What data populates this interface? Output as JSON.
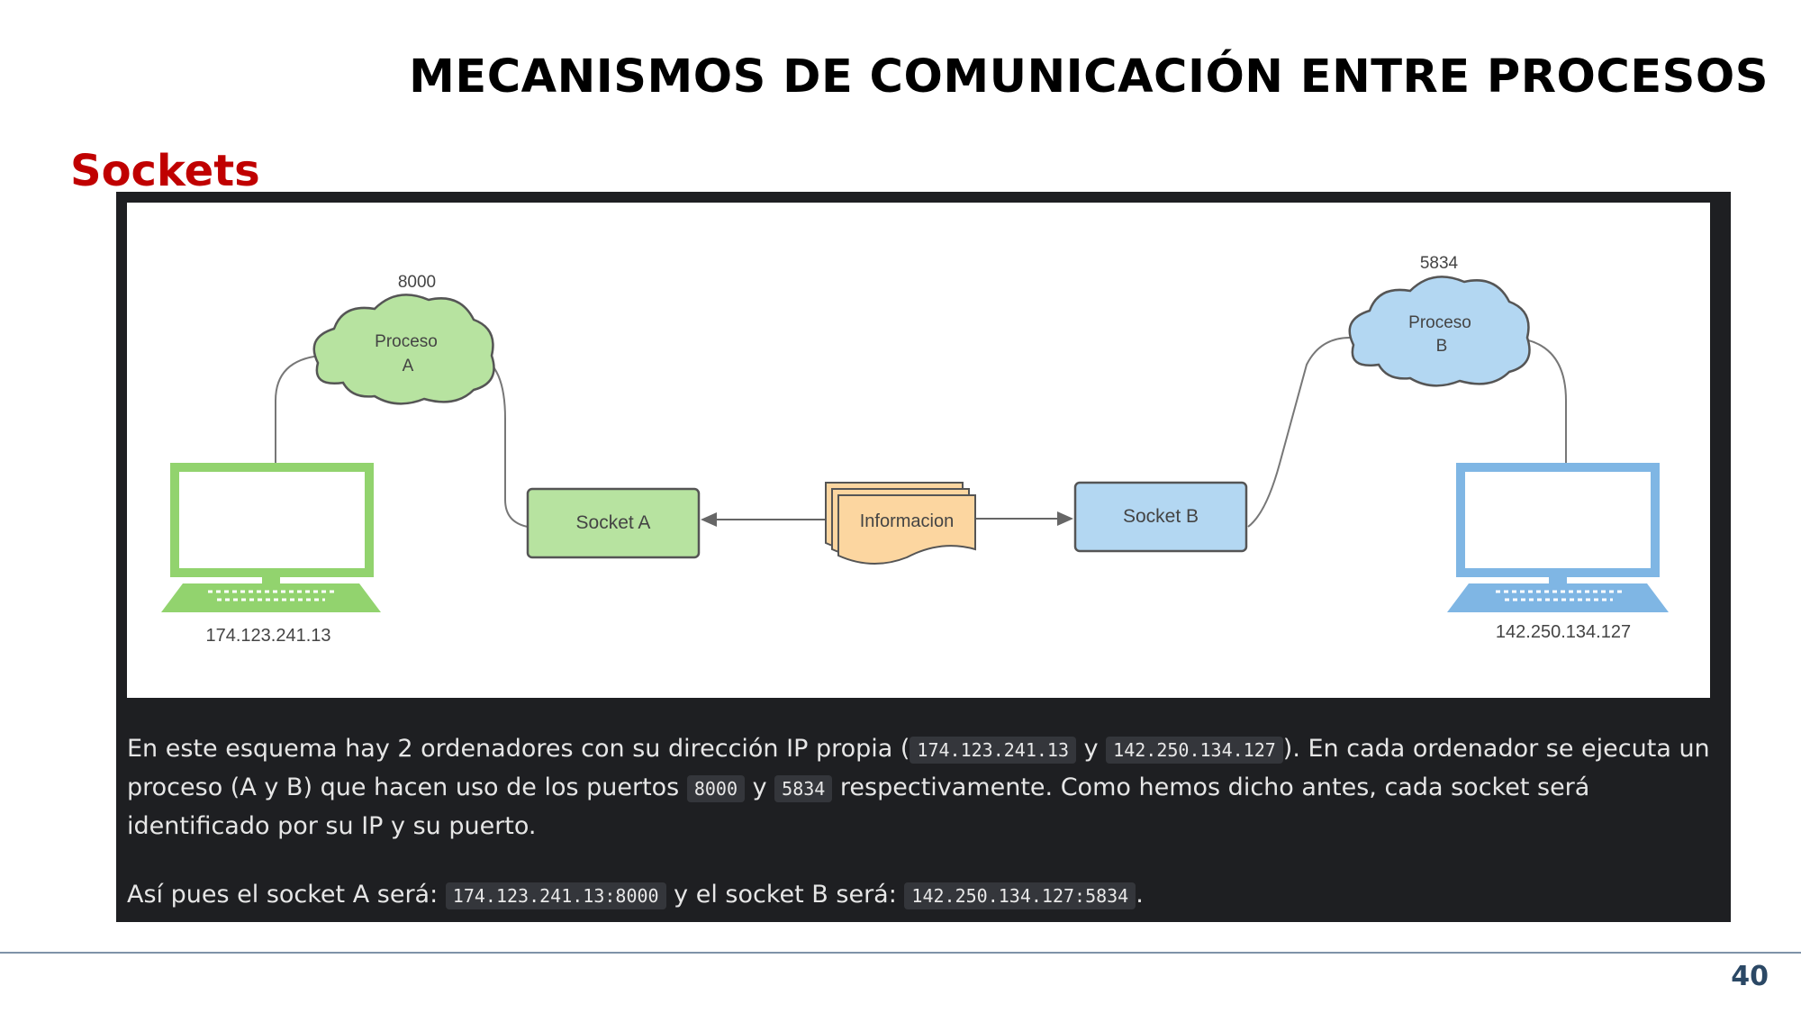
{
  "slide": {
    "title": "MECANISMOS DE COMUNICACIÓN ENTRE PROCESOS",
    "section": "Sockets",
    "page_number": "40"
  },
  "diagram": {
    "computer_a": {
      "ip": "174.123.241.13",
      "color": "#92d36e"
    },
    "computer_b": {
      "ip": "142.250.134.127",
      "color": "#7fb6e4"
    },
    "process_a": {
      "line1": "Proceso",
      "line2": "A",
      "port": "8000",
      "color": "#b7e3a0"
    },
    "process_b": {
      "line1": "Proceso",
      "line2": "B",
      "port": "5834",
      "color": "#b3d7f2"
    },
    "socket_a": {
      "label": "Socket A",
      "color": "#b7e3a0"
    },
    "socket_b": {
      "label": "Socket B",
      "color": "#b3d7f2"
    },
    "information": {
      "label": "Informacion",
      "color": "#fcd6a0"
    }
  },
  "text": {
    "p1_a": "En este esquema hay 2 ordenadores con su dirección IP propia (",
    "p1_ip_a": "174.123.241.13",
    "p1_y1": " y ",
    "p1_ip_b": "142.250.134.127",
    "p1_b": "). En cada ordenador se ejecuta un proceso (A y B) que hacen uso de los puertos ",
    "p1_port_a": "8000",
    "p1_y2": " y ",
    "p1_port_b": "5834",
    "p1_c": " respectivamente. Como hemos dicho antes, cada socket será identificado por su IP y su puerto.",
    "p2_a": "Así pues el socket A será: ",
    "p2_sock_a": "174.123.241.13:8000",
    "p2_b": " y el socket B será: ",
    "p2_sock_b": "142.250.134.127:5834",
    "p2_c": "."
  }
}
